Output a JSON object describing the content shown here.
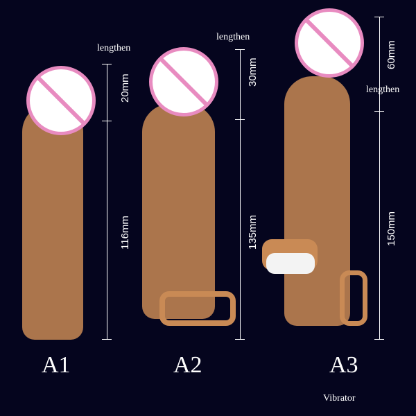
{
  "background_color": "#05051e",
  "products": [
    {
      "label": "A1",
      "lengthen_label": "lengthen",
      "tip_dimension": "20mm",
      "body_dimension": "116mm"
    },
    {
      "label": "A2",
      "lengthen_label": "lengthen",
      "tip_dimension": "30mm",
      "body_dimension": "135mm"
    },
    {
      "label": "A3",
      "lengthen_label": "lengthen",
      "tip_dimension": "60mm",
      "body_dimension": "150mm",
      "extra_label": "Vibrator"
    }
  ],
  "censor_icon": "prohibited-sign-icon"
}
